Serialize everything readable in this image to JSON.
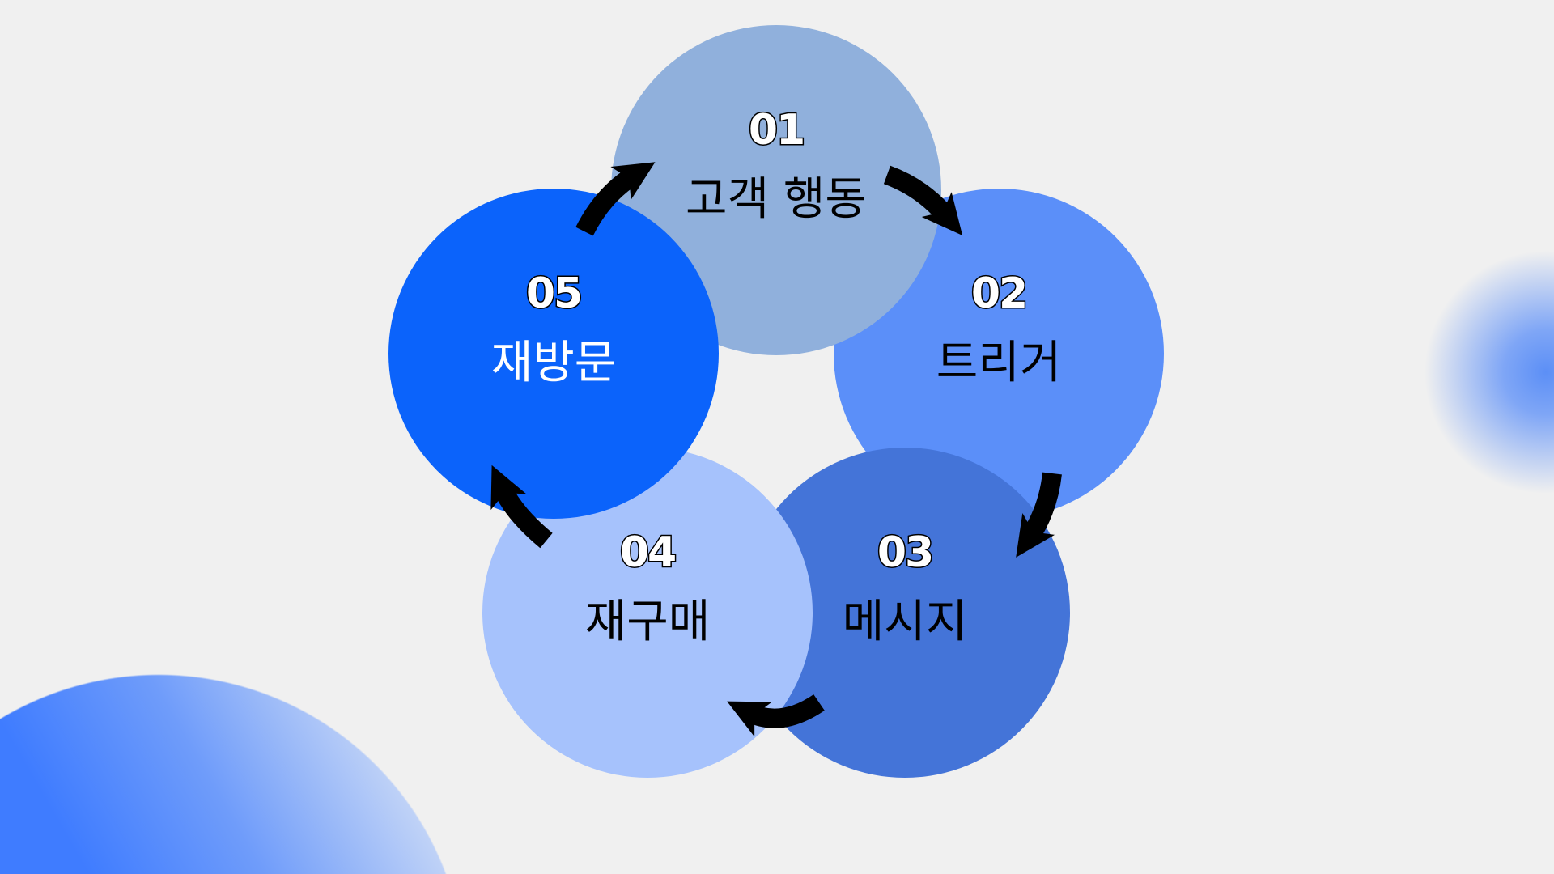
{
  "colors": {
    "step1": "#90b0dc",
    "step2": "#5b8ff9",
    "step3": "#4474d8",
    "step4": "#a6c2fc",
    "step5": "#0b63fb"
  },
  "steps": [
    {
      "number": "01",
      "label": "고객 행동"
    },
    {
      "number": "02",
      "label": "트리거"
    },
    {
      "number": "03",
      "label": "메시지"
    },
    {
      "number": "04",
      "label": "재구매"
    },
    {
      "number": "05",
      "label": "재방문"
    }
  ]
}
